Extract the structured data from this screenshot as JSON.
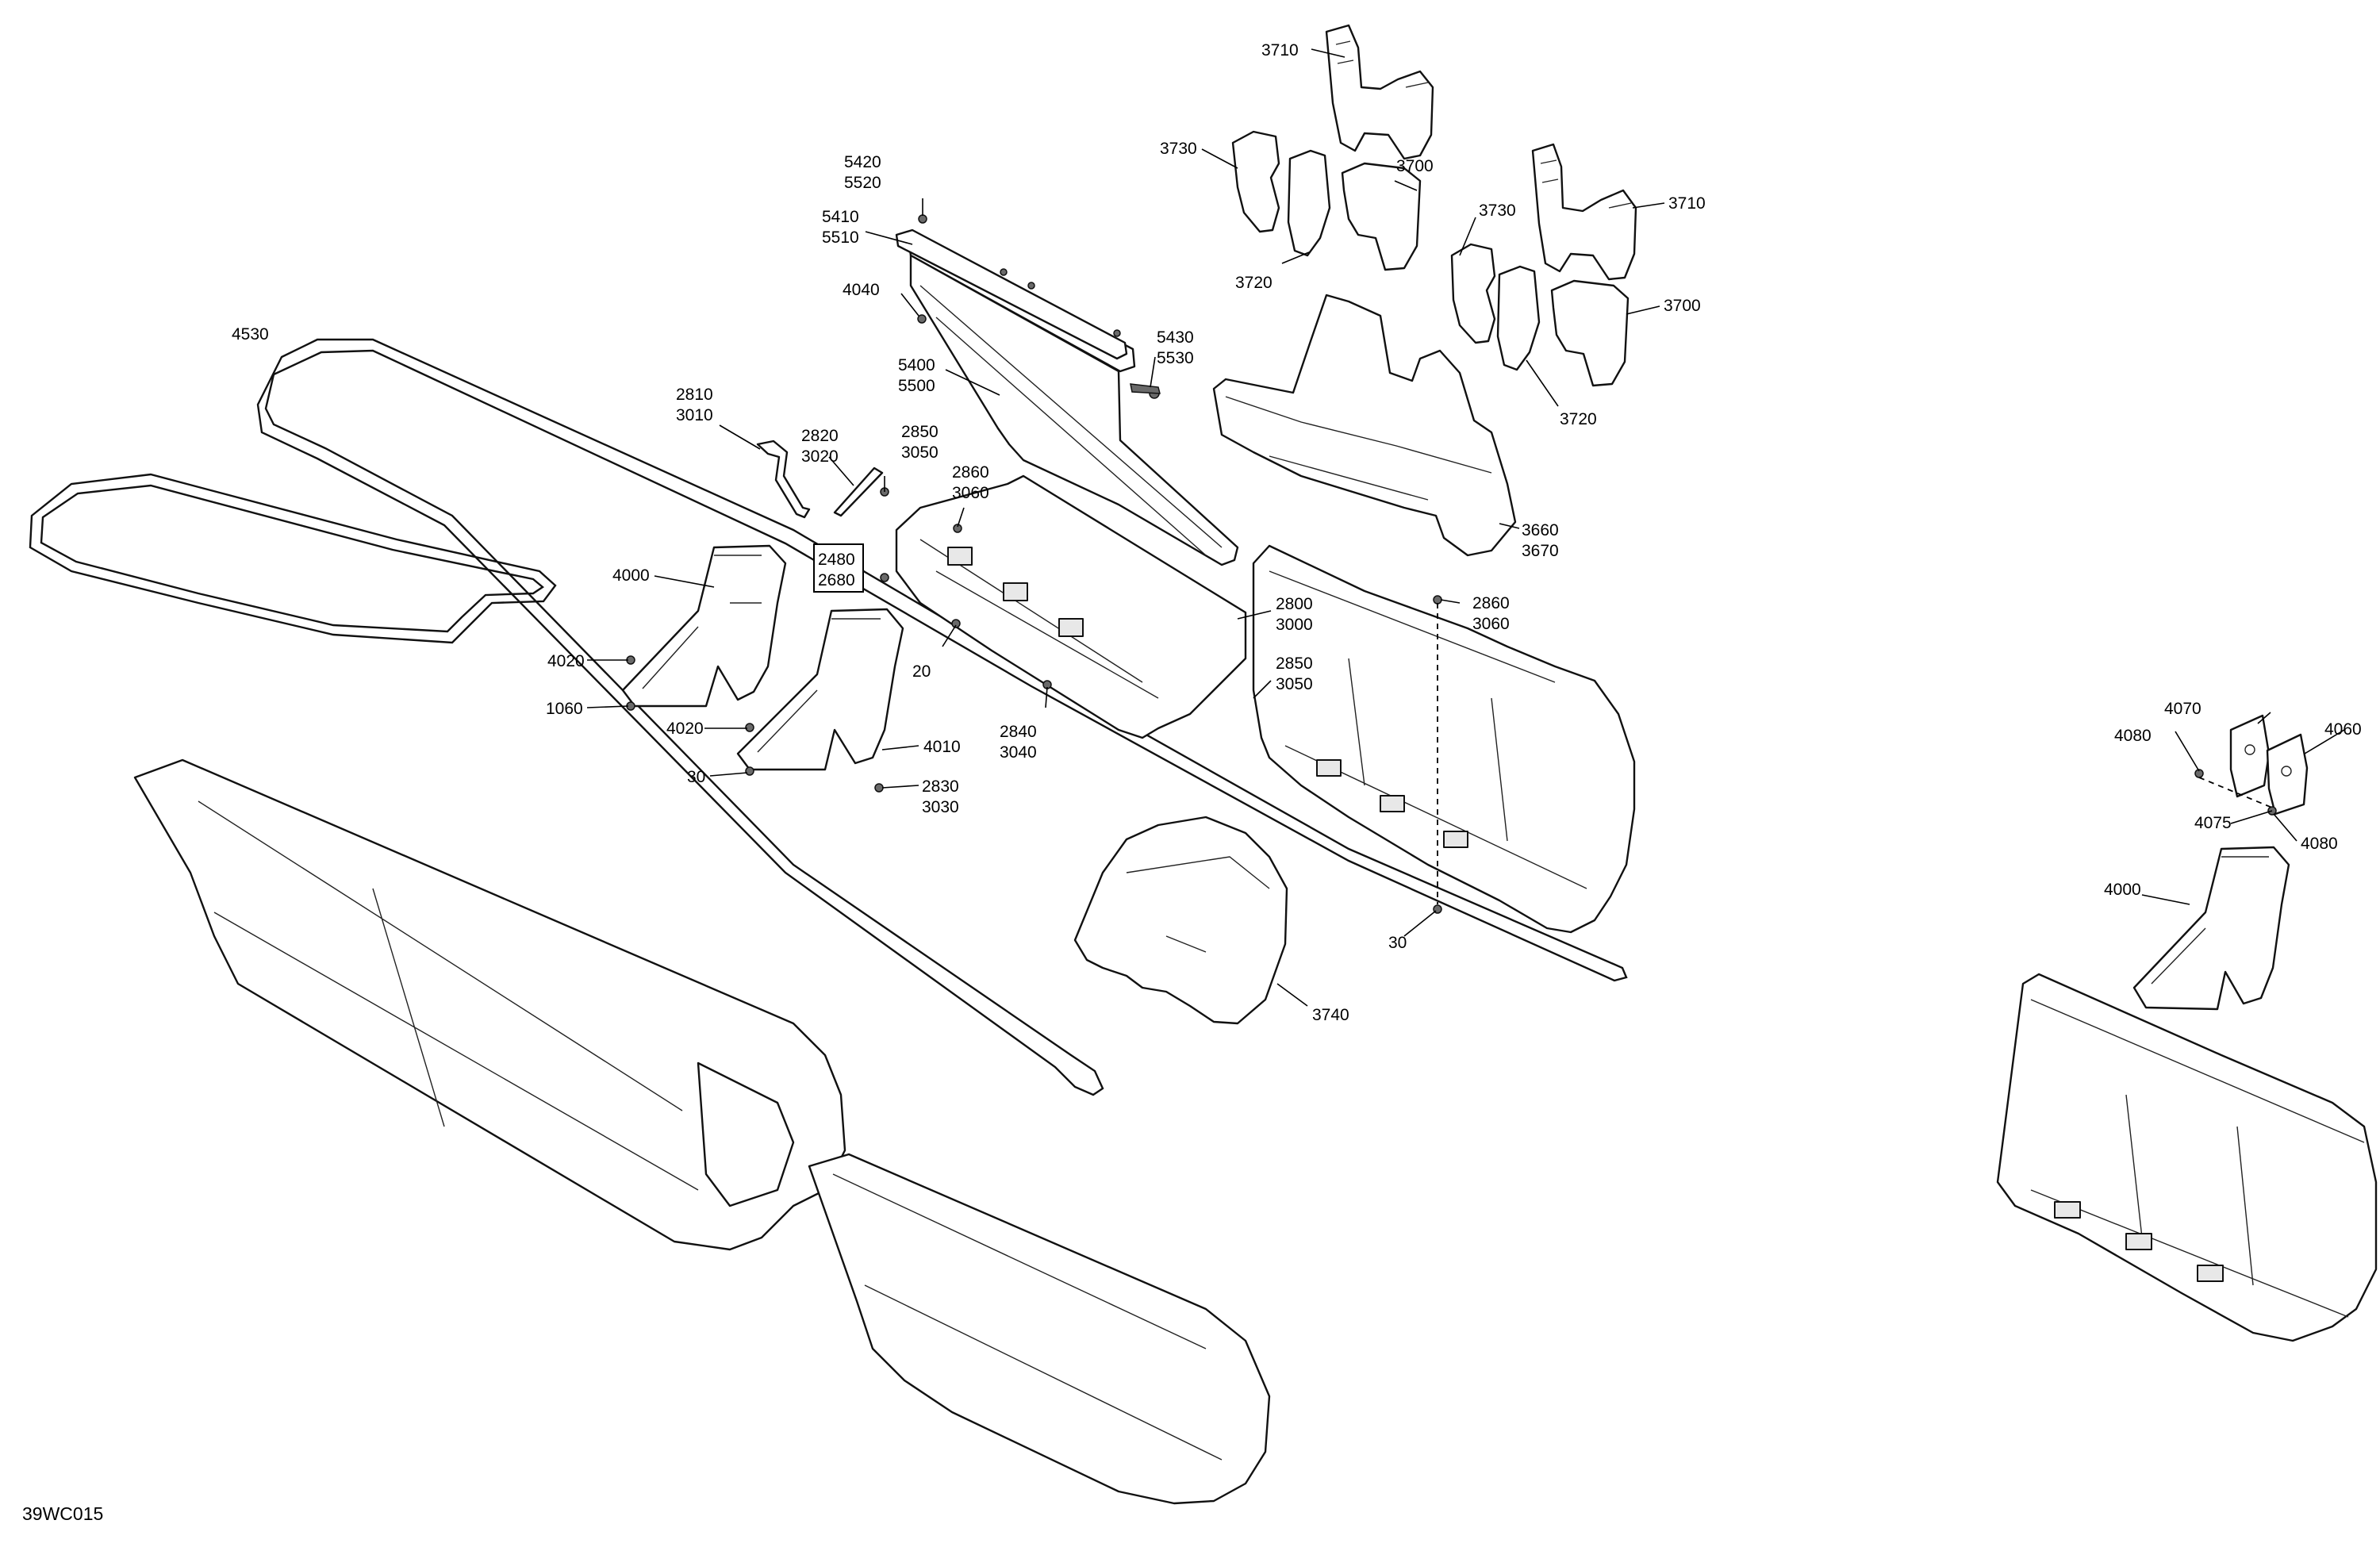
{
  "figure_code": "39WC015",
  "callouts": [
    {
      "id": "c-3710a",
      "lines": [
        "3710"
      ]
    },
    {
      "id": "c-3730a",
      "lines": [
        "3730"
      ]
    },
    {
      "id": "c-3700a",
      "lines": [
        "3700"
      ]
    },
    {
      "id": "c-3730b",
      "lines": [
        "3730"
      ]
    },
    {
      "id": "c-3710b",
      "lines": [
        "3710"
      ]
    },
    {
      "id": "c-3720a",
      "lines": [
        "3720"
      ]
    },
    {
      "id": "c-3700b",
      "lines": [
        "3700"
      ]
    },
    {
      "id": "c-3720b",
      "lines": [
        "3720"
      ]
    },
    {
      "id": "c-3660",
      "lines": [
        "3660",
        "3670"
      ]
    },
    {
      "id": "c-5420",
      "lines": [
        "5420",
        "5520"
      ]
    },
    {
      "id": "c-5410",
      "lines": [
        "5410",
        "5510"
      ]
    },
    {
      "id": "c-4040",
      "lines": [
        "4040"
      ]
    },
    {
      "id": "c-5430",
      "lines": [
        "5430",
        "5530"
      ]
    },
    {
      "id": "c-5400",
      "lines": [
        "5400",
        "5500"
      ]
    },
    {
      "id": "c-4530",
      "lines": [
        "4530"
      ]
    },
    {
      "id": "c-2810",
      "lines": [
        "2810",
        "3010"
      ]
    },
    {
      "id": "c-2820",
      "lines": [
        "2820",
        "3020"
      ]
    },
    {
      "id": "c-2850a",
      "lines": [
        "2850",
        "3050"
      ]
    },
    {
      "id": "c-2860a",
      "lines": [
        "2860",
        "3060"
      ]
    },
    {
      "id": "c-2480",
      "lines": [
        "2480",
        "2680"
      ],
      "boxed": true
    },
    {
      "id": "c-4000a",
      "lines": [
        "4000"
      ]
    },
    {
      "id": "c-4020a",
      "lines": [
        "4020"
      ]
    },
    {
      "id": "c-1060",
      "lines": [
        "1060"
      ]
    },
    {
      "id": "c-4020b",
      "lines": [
        "4020"
      ]
    },
    {
      "id": "c-30a",
      "lines": [
        "30"
      ]
    },
    {
      "id": "c-4010",
      "lines": [
        "4010"
      ]
    },
    {
      "id": "c-2830",
      "lines": [
        "2830",
        "3030"
      ]
    },
    {
      "id": "c-20",
      "lines": [
        "20"
      ]
    },
    {
      "id": "c-2840",
      "lines": [
        "2840",
        "3040"
      ]
    },
    {
      "id": "c-2800",
      "lines": [
        "2800",
        "3000"
      ]
    },
    {
      "id": "c-2850b",
      "lines": [
        "2850",
        "3050"
      ]
    },
    {
      "id": "c-2860b",
      "lines": [
        "2860",
        "3060"
      ]
    },
    {
      "id": "c-30b",
      "lines": [
        "30"
      ]
    },
    {
      "id": "c-3740",
      "lines": [
        "3740"
      ]
    },
    {
      "id": "c-4070",
      "lines": [
        "4070"
      ]
    },
    {
      "id": "c-4060",
      "lines": [
        "4060"
      ]
    },
    {
      "id": "c-4080a",
      "lines": [
        "4080"
      ]
    },
    {
      "id": "c-4075",
      "lines": [
        "4075"
      ]
    },
    {
      "id": "c-4080b",
      "lines": [
        "4080"
      ]
    },
    {
      "id": "c-4000b",
      "lines": [
        "4000"
      ]
    }
  ]
}
